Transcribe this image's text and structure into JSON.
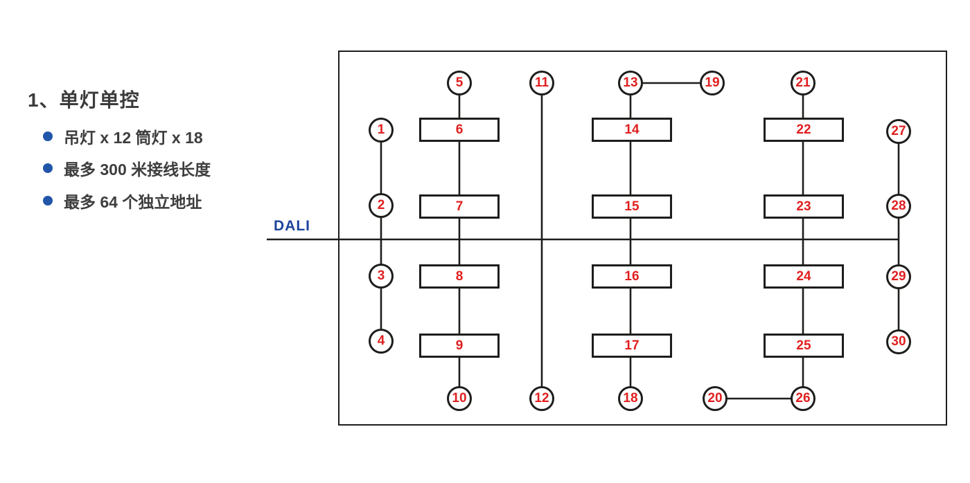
{
  "info_panel": {
    "title": "1、单灯单控",
    "bullets": [
      "吊灯 x 12  筒灯 x 18",
      "最多 300 米接线长度",
      "最多 64 个独立地址"
    ]
  },
  "bus": {
    "label": "DALI"
  },
  "diagram": {
    "circles": [
      "1",
      "2",
      "3",
      "4",
      "5",
      "10",
      "11",
      "12",
      "13",
      "19",
      "18",
      "20",
      "21",
      "26",
      "27",
      "28",
      "29",
      "30"
    ],
    "rects": [
      "6",
      "7",
      "8",
      "9",
      "14",
      "15",
      "16",
      "17",
      "22",
      "23",
      "24",
      "25"
    ],
    "connections": [
      "1-2",
      "2-bus",
      "bus-3",
      "3-4",
      "5-6",
      "6-7",
      "7-bus",
      "bus-8",
      "8-9",
      "9-10",
      "11-12",
      "13-19",
      "13-14",
      "14-15",
      "15-bus",
      "bus-16",
      "16-17",
      "17-18",
      "21-22",
      "22-23",
      "23-bus",
      "bus-24",
      "24-25",
      "25-26",
      "20-26",
      "27-28",
      "28-bus",
      "bus-29",
      "29-30"
    ]
  },
  "colors": {
    "node_number_red": "#e01f1f",
    "accent_blue": "#2155a8",
    "dali_blue": "#1c449c",
    "line_black": "#1d1d1b",
    "text_dark": "#3b3b3b",
    "background": "#ffffff"
  }
}
